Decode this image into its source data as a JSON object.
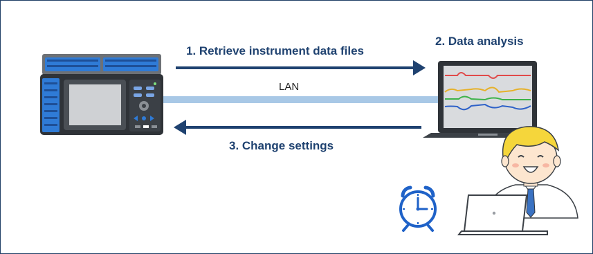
{
  "diagram": {
    "steps": {
      "retrieve": "1. Retrieve instrument data files",
      "analysis": "2. Data analysis",
      "settings": "3. Change settings"
    },
    "connection_label": "LAN",
    "colors": {
      "arrow": "#1f4270",
      "text": "#1f4270",
      "lan_cable": "#a8c8e6",
      "device_body": "#2f3338",
      "device_terminals": "#2f7bd6",
      "alarm_clock": "#1f62c8",
      "hair": "#f5d63b",
      "tie": "#3a72c2"
    }
  }
}
